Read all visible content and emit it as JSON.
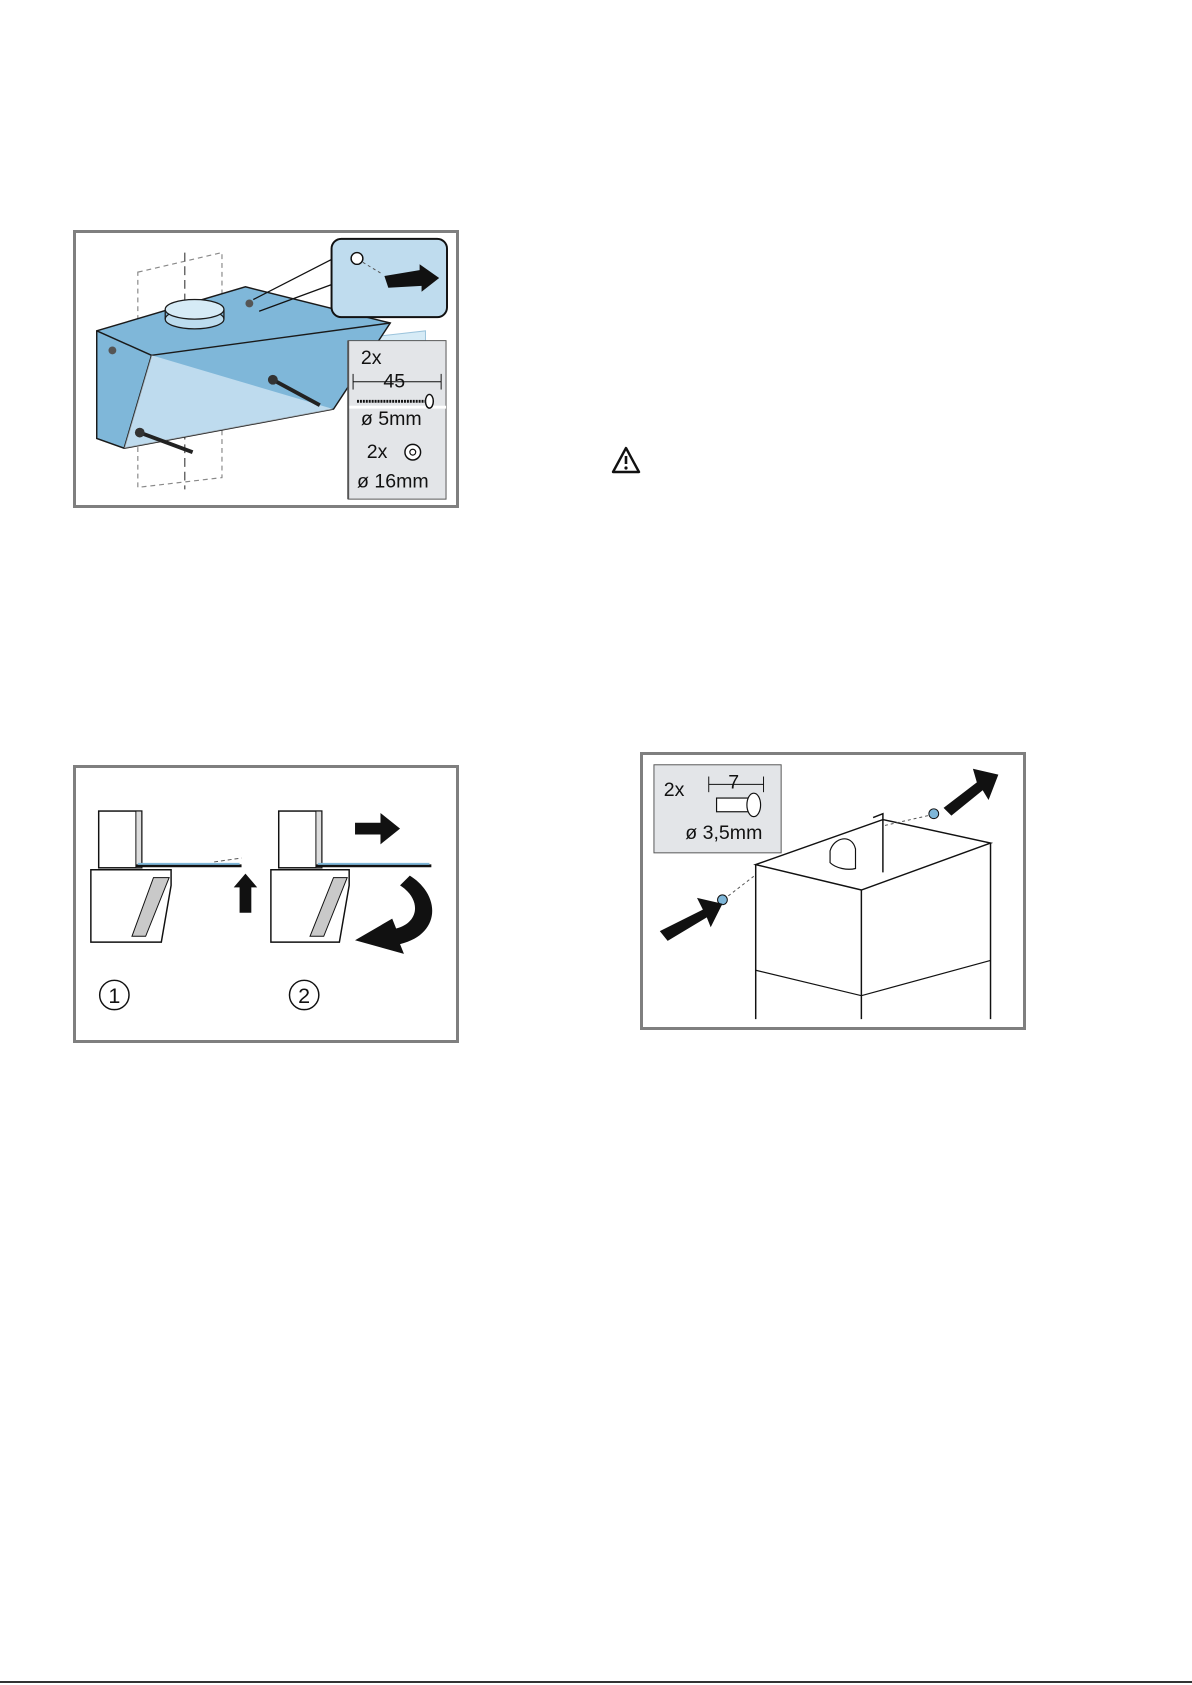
{
  "fig1": {
    "count_screws": "2x",
    "screw_length": "45",
    "screw_dia": "ø 5mm",
    "count_washers": "2x",
    "washer_dia": "ø 16mm"
  },
  "fig2": {
    "step1": "1",
    "step2": "2"
  },
  "fig3": {
    "count": "2x",
    "length": "7",
    "dia": "ø 3,5mm"
  },
  "colors": {
    "hood_blue": "#7fb7d9",
    "light_blue": "#bfdcee",
    "legend_grey": "#e3e5e8",
    "frame_grey": "#7f7f7f"
  }
}
